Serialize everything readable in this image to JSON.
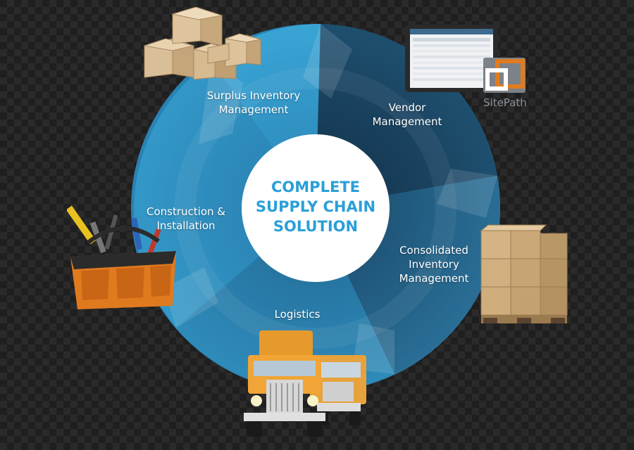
{
  "diagram": {
    "center_title": "COMPLETE\nSUPPLY CHAIN\nSOLUTION",
    "segments": [
      {
        "id": "surplus",
        "label": "Surplus Inventory\nManagement"
      },
      {
        "id": "vendor",
        "label": "Vendor\nManagement"
      },
      {
        "id": "consolidated",
        "label": "Consolidated\nInventory\nManagement"
      },
      {
        "id": "logistics",
        "label": "Logistics"
      },
      {
        "id": "construction",
        "label": "Construction &\nInstallation"
      }
    ],
    "brand_label": "SitePath"
  },
  "colors": {
    "ring_light": "#3aa3d3",
    "ring_mid": "#2a7fae",
    "ring_dark": "#1e5f85",
    "ring_darkest": "#173f5c",
    "center_text": "#2a9fd8"
  }
}
